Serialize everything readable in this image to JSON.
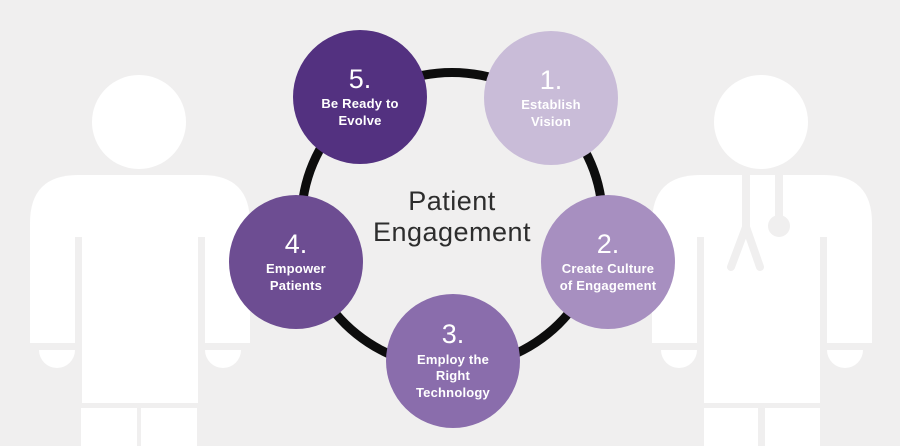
{
  "colors": {
    "background": "#f0efef",
    "figure": "#ffffff",
    "title_text": "#2d2d2d"
  },
  "ring": {
    "color": "#0d0d0d"
  },
  "title": {
    "line1": "Patient",
    "line2": "Engagement"
  },
  "steps": [
    {
      "number": "1.",
      "label": "Establish\nVision",
      "color": "#c9bcd8"
    },
    {
      "number": "2.",
      "label": "Create Culture\nof Engagement",
      "color": "#a78fc0"
    },
    {
      "number": "3.",
      "label": "Employ the\nRight\nTechnology",
      "color": "#8a6dac"
    },
    {
      "number": "4.",
      "label": "Empower\nPatients",
      "color": "#6d4d92"
    },
    {
      "number": "5.",
      "label": "Be Ready to\nEvolve",
      "color": "#533180"
    }
  ],
  "figures": {
    "left": "patient-silhouette",
    "right": "doctor-silhouette-with-stethoscope"
  }
}
